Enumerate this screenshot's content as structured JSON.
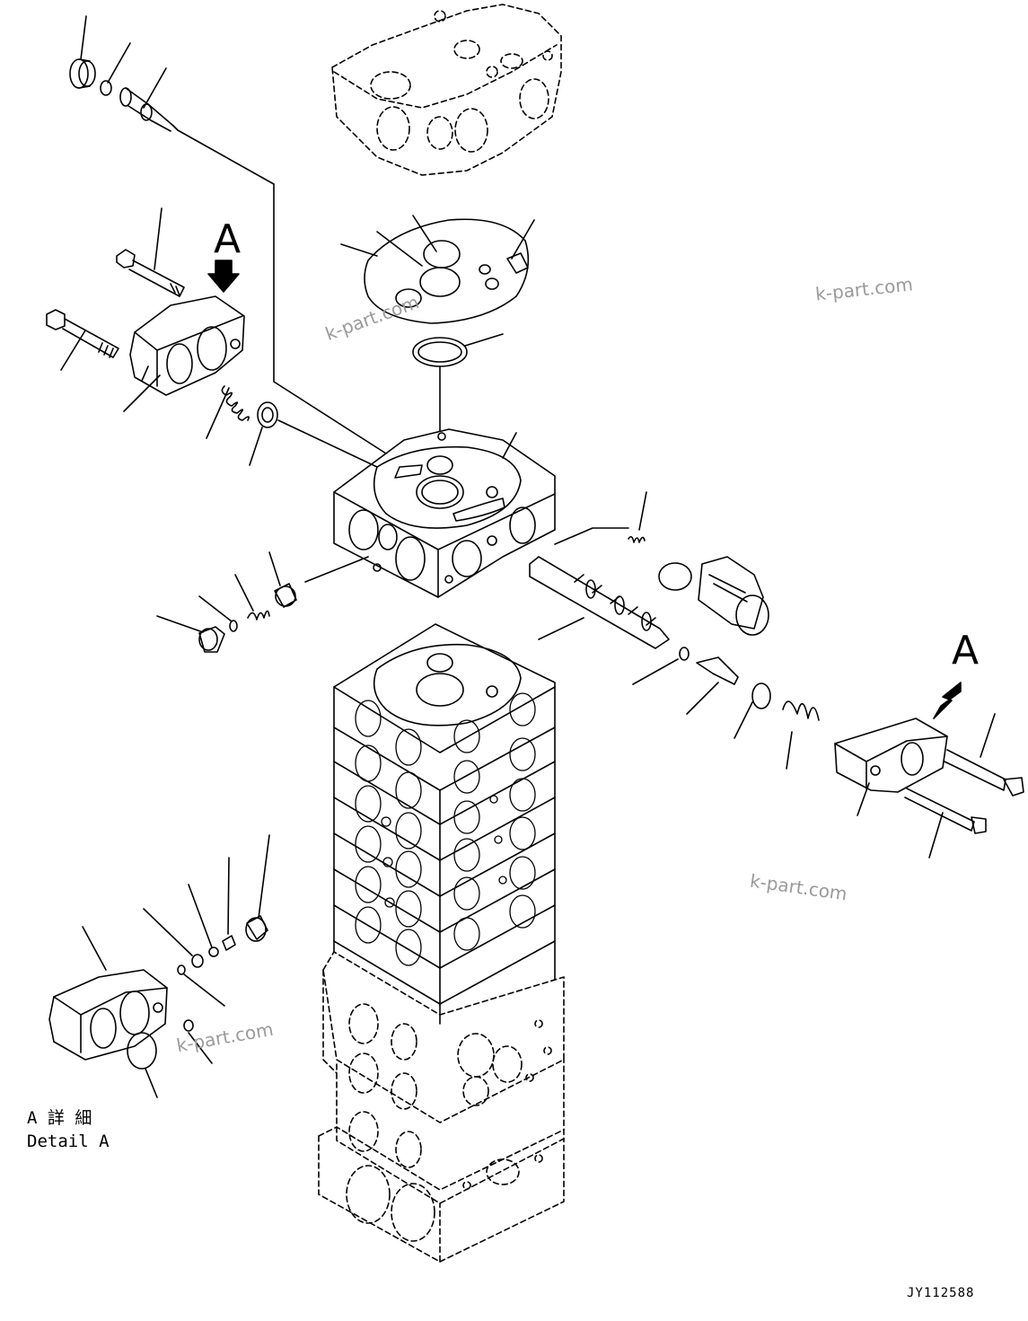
{
  "view_labels": {
    "arrow_left": "A",
    "arrow_right": "A",
    "detail_jp": "A 詳 細",
    "detail_en": "Detail A"
  },
  "drawing_code": "JY112588",
  "watermarks": [
    "k-part.com",
    "k-part.com",
    "k-part.com",
    "k-part.com"
  ],
  "colors": {
    "line": "#000000",
    "watermark": "#9a9a9a",
    "background": "#ffffff"
  }
}
